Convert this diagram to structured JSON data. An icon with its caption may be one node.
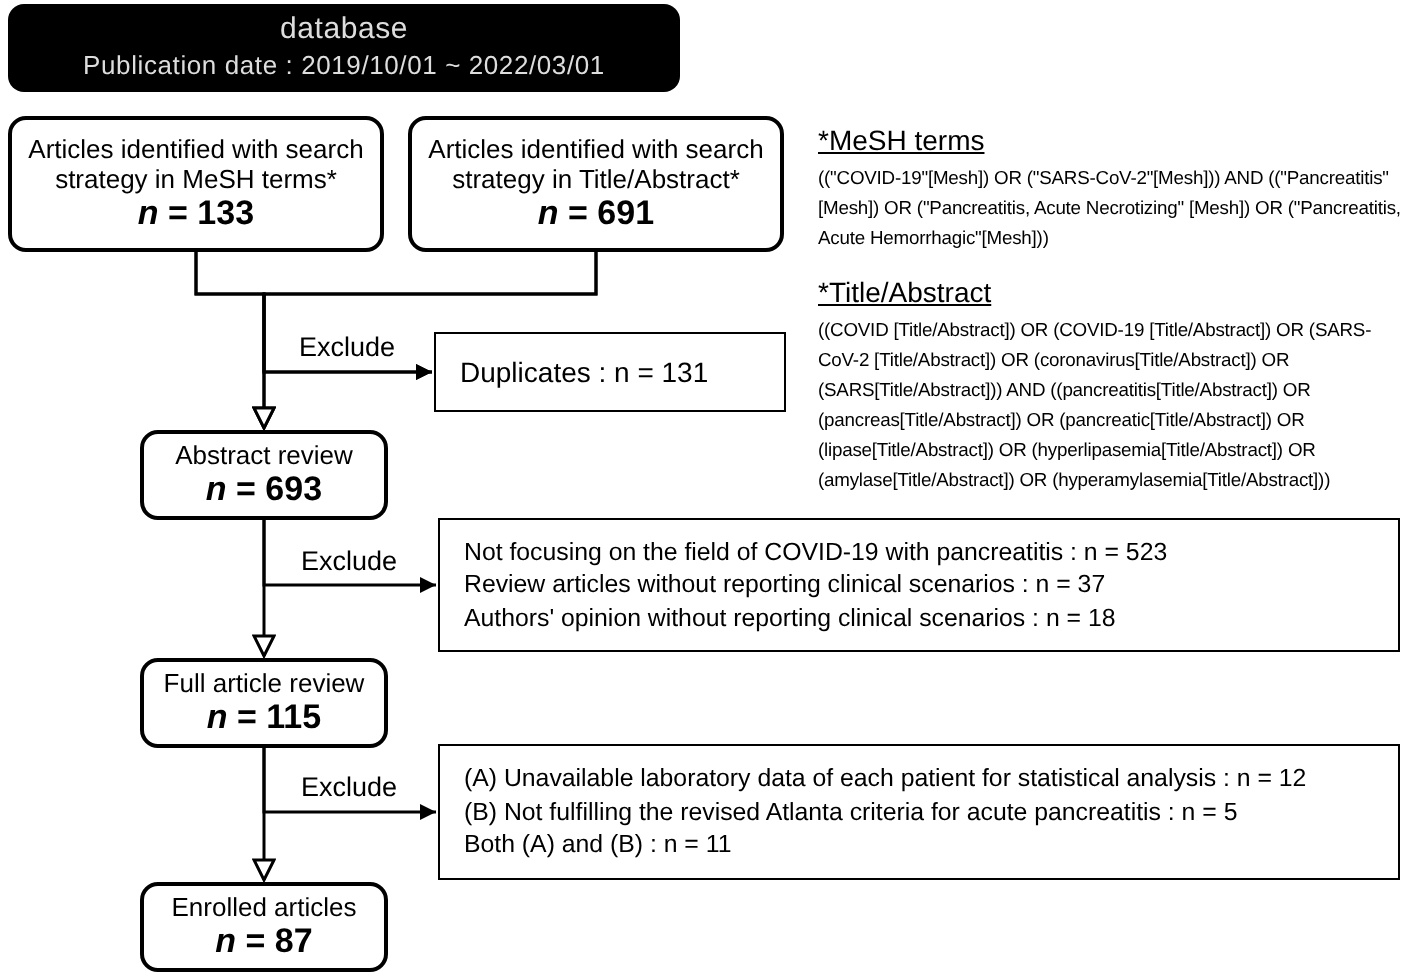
{
  "diagram": {
    "nodes": [
      {
        "text": [
          "database",
          "Publication date : 2019/10/01 ~ 2022/03/01"
        ]
      },
      {
        "text": [
          "Articles identified with search strategy in MeSH terms*",
          "*n* = 133"
        ]
      },
      {
        "text": [
          "Articles identified with search strategy in Title/Abstract*",
          "*n* = 691"
        ]
      },
      {
        "text": [
          "Abstract review",
          "*n* = 693"
        ]
      },
      {
        "text": [
          "Duplicates : n = 131"
        ]
      },
      {
        "text": [
          "Not focusing on the field of COVID-19 with pancreatitis : n = 523",
          "Review articles without reporting clinical scenarios : n = 37",
          "Authors' opinion without reporting clinical scenarios : n = 18"
        ]
      },
      {
        "text": [
          "Full article review",
          "*n* = 115"
        ]
      },
      {
        "text": [
          "(A) Unavailable laboratory data of each patient for statistical analysis : n = 12",
          "(B) Not fulfilling the revised Atlanta criteria for acute pancreatitis : n = 5",
          "Both (A) and (B) : n = 11"
        ]
      },
      {
        "text": [
          "Enrolled articles",
          "*n* = 87"
        ]
      }
    ],
    "edges": [
      {
        "from": 1,
        "to": 3,
        "arrow": "to"
      },
      {
        "from": 2,
        "to": 3,
        "arrow": "to"
      },
      {
        "from": 1,
        "to": 4,
        "arrow": "to",
        "label": "Exclude"
      },
      {
        "from": 2,
        "to": 4,
        "arrow": "to"
      },
      {
        "from": 3,
        "to": 6,
        "arrow": "to"
      },
      {
        "from": 3,
        "to": 5,
        "arrow": "to",
        "label": "Exclude"
      },
      {
        "from": 6,
        "to": 8,
        "arrow": "to"
      },
      {
        "from": 6,
        "to": 7,
        "arrow": "to",
        "label": "Exclude"
      }
    ],
    "labels": [
      "*MeSH terms",
      "((\"COVID-19\"[Mesh]) OR (\"SARS-CoV-2\"[Mesh])) AND ((\"Pancreatitis\"[Mesh]) OR (\"Pancreatitis, Acute Necrotizing\" [Mesh]) OR (\"Pancreatitis, Acute Hemorrhagic\"[Mesh]))",
      "*Title/Abstract",
      "((COVID [Title/Abstract]) OR (COVID-19 [Title/Abstract]) OR (SARS-CoV-2 [Title/Abstract]) OR (coronavirus[Title/Abstract]) OR (SARS[Title/Abstract])) AND ((pancreatitis[Title/Abstract]) OR (pancreas[Title/Abstract]) OR (pancreatic[Title/Abstract]) OR (lipase[Title/Abstract]) OR (hyperlipasemia[Title/Abstract]) OR (amylase[Title/Abstract]) OR (hyperamylasemia[Title/Abstract]))"
    ]
  }
}
